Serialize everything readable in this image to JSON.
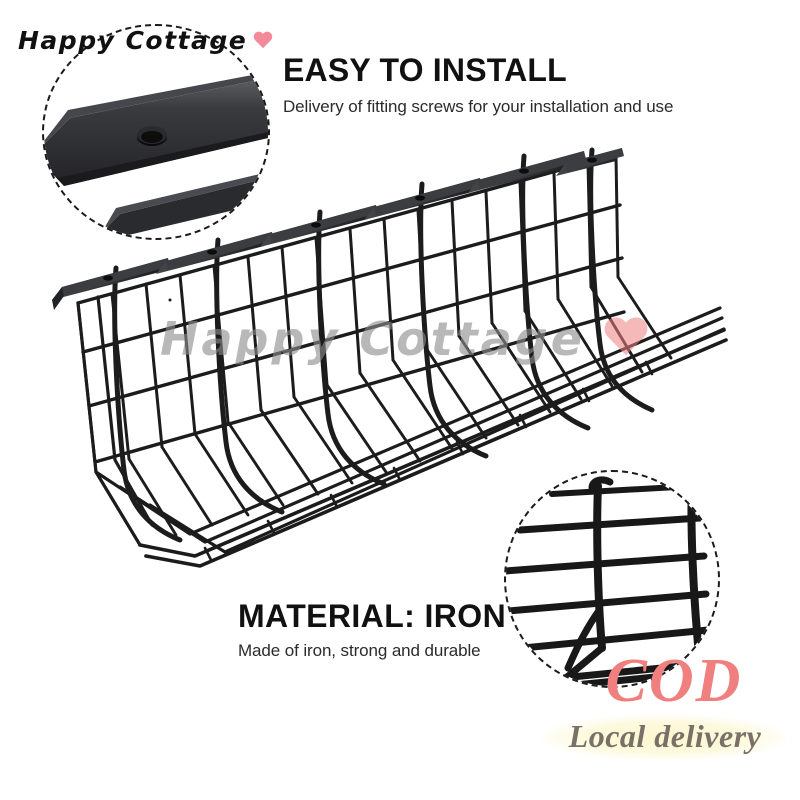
{
  "page": {
    "background_color": "#ffffff",
    "product": "under-desk wire cable management tray"
  },
  "brand": {
    "name": "Happy Cottage",
    "heart_icon": "heart-icon",
    "heart_color": "#f4899a",
    "text_color": "#111111"
  },
  "features": [
    {
      "id": "install",
      "title": "EASY TO INSTALL",
      "subtitle": "Delivery of fitting screws for your installation and use"
    },
    {
      "id": "material",
      "title": "MATERIAL: IRON",
      "subtitle": "Made of iron, strong and durable"
    }
  ],
  "insets": [
    {
      "id": "top",
      "caption": "mounting-plate-screw-hole-closeup"
    },
    {
      "id": "bottom",
      "caption": "wire-mesh-end-closeup"
    }
  ],
  "badge": {
    "title": "COD",
    "subtitle": "Local delivery",
    "title_color": "#f08080",
    "subtitle_color": "#7a7068",
    "glow_color": "#fdf7cf"
  },
  "watermark": {
    "text": "Happy  Cottage",
    "heart_icon": "heart-icon",
    "text_color": "rgba(140,140,140,.62)",
    "heart_color": "#f08080"
  },
  "product_colors": {
    "wire": "#1c1c1c",
    "plate": "#2e2e30",
    "plate_highlight": "#55565a"
  }
}
